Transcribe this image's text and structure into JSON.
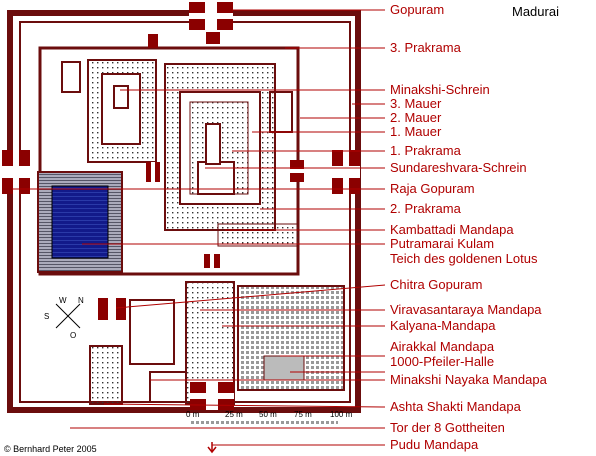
{
  "title": "Madurai",
  "labels": [
    {
      "id": "gopuram",
      "text": "Gopuram"
    },
    {
      "id": "prakrama3",
      "text": "3. Prakrama"
    },
    {
      "id": "minakshi-schrein",
      "text": "Minakshi-Schrein"
    },
    {
      "id": "mauer3",
      "text": "3. Mauer"
    },
    {
      "id": "mauer2",
      "text": "2. Mauer"
    },
    {
      "id": "mauer1",
      "text": "1. Mauer"
    },
    {
      "id": "prakrama1",
      "text": "1. Prakrama"
    },
    {
      "id": "sundareshvara",
      "text": "Sundareshvara-Schrein"
    },
    {
      "id": "raja-gopuram",
      "text": "Raja Gopuram"
    },
    {
      "id": "prakrama2",
      "text": "2. Prakrama"
    },
    {
      "id": "kambattadi",
      "text": "Kambattadi Mandapa"
    },
    {
      "id": "putramarai",
      "text": "Putramarai Kulam"
    },
    {
      "id": "teich",
      "text": "Teich des goldenen Lotus"
    },
    {
      "id": "chitra-gopuram",
      "text": "Chitra Gopuram"
    },
    {
      "id": "viravasantaraya",
      "text": "Viravasantaraya Mandapa"
    },
    {
      "id": "kalyana",
      "text": "Kalyana-Mandapa"
    },
    {
      "id": "airakkal",
      "text": "Airakkal Mandapa"
    },
    {
      "id": "tausend-pfeiler",
      "text": "1000-Pfeiler-Halle"
    },
    {
      "id": "minakshi-nayaka",
      "text": "Minakshi Nayaka Mandapa"
    },
    {
      "id": "ashta-shakti",
      "text": "Ashta Shakti Mandapa"
    },
    {
      "id": "tor-gottheiten",
      "text": "Tor der 8 Gottheiten"
    },
    {
      "id": "pudu",
      "text": "Pudu Mandapa"
    }
  ],
  "scale": {
    "ticks": [
      "0 m",
      "25 m",
      "50 m",
      "75 m",
      "100 m"
    ]
  },
  "compass": {
    "n": "N",
    "s": "S",
    "w": "W",
    "o": "O"
  },
  "copyright": "© Bernhard Peter 2005",
  "colors": {
    "wall": "#6b0d0d",
    "label": "#b00000",
    "tank": "#101080",
    "gopuram": "#8b0000"
  }
}
